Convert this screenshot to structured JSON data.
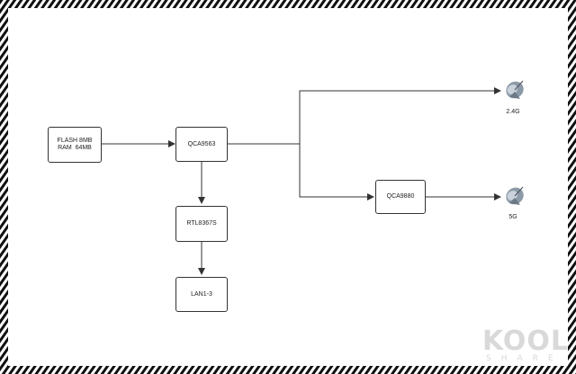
{
  "nodes": {
    "memory": {
      "line1": "FLASH 8MB",
      "line2": "RAM  64MB"
    },
    "cpu": "QCA9563",
    "switch": "RTL8367S",
    "lan": "LAN1-3",
    "radio5g": "QCA9880"
  },
  "antennas": {
    "band24": "2.4G",
    "band5": "5G"
  },
  "watermark": {
    "main": "KOOL",
    "sub": "SHARE"
  }
}
